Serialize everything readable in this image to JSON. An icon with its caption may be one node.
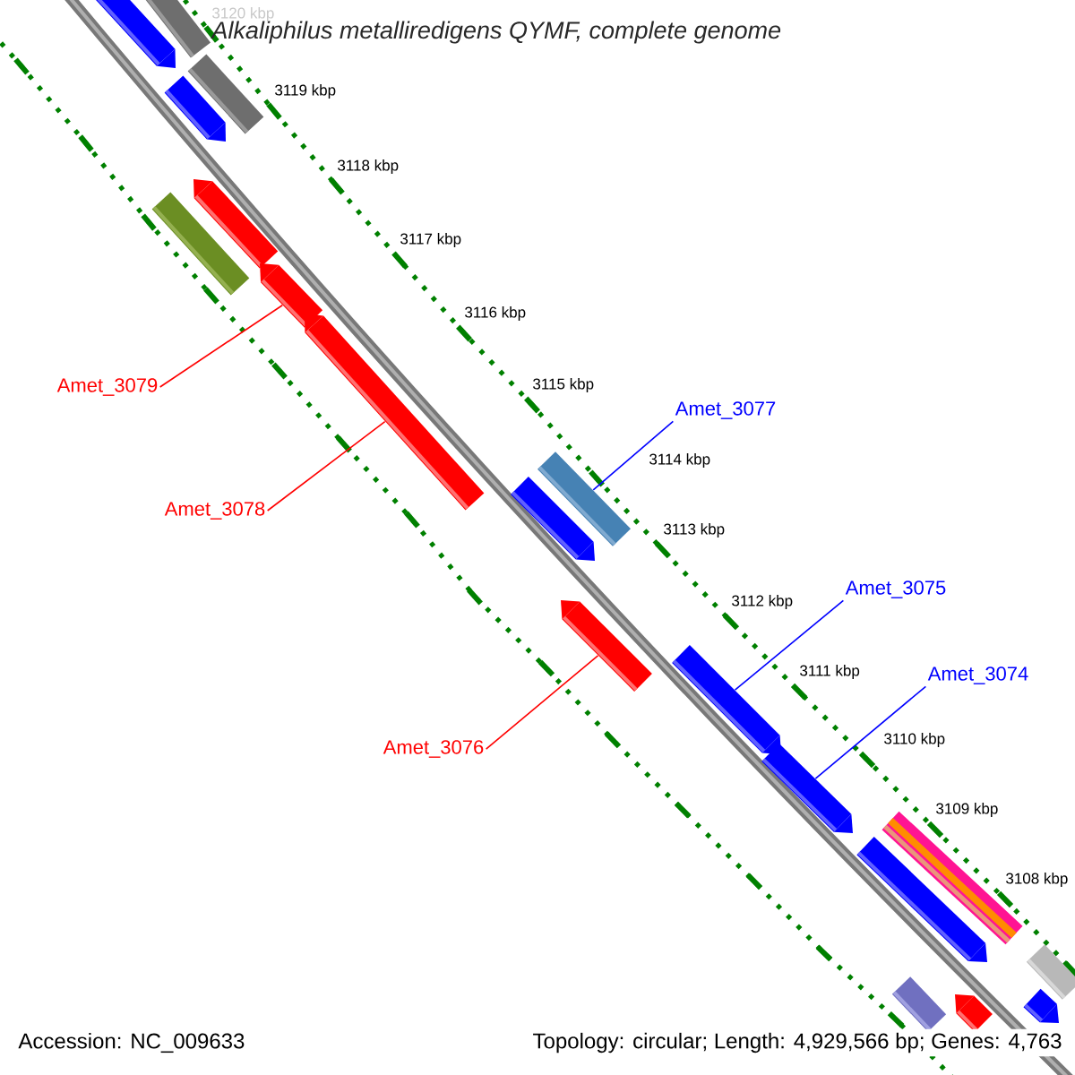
{
  "diagram": {
    "title": "Alkaliphilus metalliredigens QYMF, complete genome",
    "nodes": [
      {
        "text": [
          "Amet_3079"
        ]
      },
      {
        "text": [
          "Amet_3077"
        ]
      },
      {
        "text": [
          "Amet_3078"
        ]
      },
      {
        "text": [
          "Amet_3075"
        ]
      },
      {
        "text": [
          "Amet_3074"
        ]
      },
      {
        "text": [
          "Amet_3076"
        ]
      },
      {
        "text": [],
        "shape": "arrow"
      },
      {
        "text": [],
        "shape": "box"
      },
      {
        "text": [],
        "shape": "arrow"
      },
      {
        "text": [],
        "shape": "box"
      },
      {
        "text": [],
        "shape": "box"
      },
      {
        "text": [],
        "shape": "arrow"
      },
      {
        "text": [],
        "shape": "arrow"
      },
      {
        "text": [],
        "shape": "arrow"
      },
      {
        "text": [],
        "shape": "arrow"
      },
      {
        "text": [],
        "shape": "box"
      },
      {
        "text": [],
        "shape": "arrow"
      },
      {
        "text": [],
        "shape": "arrow"
      },
      {
        "text": [],
        "shape": "arrow"
      },
      {
        "text": [],
        "shape": "box"
      },
      {
        "text": [],
        "shape": "arrow"
      },
      {
        "text": [],
        "shape": "arrow"
      },
      {
        "text": [],
        "shape": "box"
      },
      {
        "text": [],
        "shape": "box"
      },
      {
        "text": [],
        "shape": "arrow"
      }
    ],
    "edges": [
      {
        "from": 0,
        "to": 12,
        "arrow": "none",
        "color": "#ff0000"
      },
      {
        "from": 1,
        "to": 15,
        "arrow": "none",
        "color": "#0000ff"
      },
      {
        "from": 2,
        "to": 13,
        "arrow": "none",
        "color": "#ff0000"
      },
      {
        "from": 3,
        "to": 17,
        "arrow": "none",
        "color": "#0000ff"
      },
      {
        "from": 4,
        "to": 18,
        "arrow": "none",
        "color": "#0000ff"
      },
      {
        "from": 5,
        "to": 16,
        "arrow": "none",
        "color": "#ff0000"
      }
    ],
    "labels": [
      "3120 kbp",
      "3119 kbp",
      "3118 kbp",
      "3117 kbp",
      "3116 kbp",
      "3115 kbp",
      "3114 kbp",
      "3113 kbp",
      "3112 kbp",
      "3111 kbp",
      "3110 kbp",
      "3109 kbp",
      "3108 kbp",
      "Accession: NC_009633",
      "Topology: circular; Length: 4,929,566 bp; Genes: 4,763"
    ]
  }
}
